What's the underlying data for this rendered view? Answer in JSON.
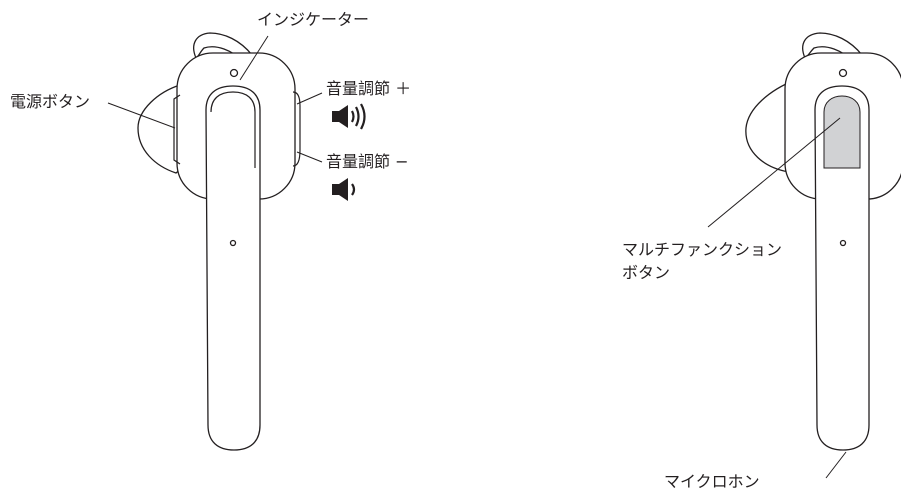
{
  "labels": {
    "indicator": "インジケーター",
    "power_button": "電源ボタン",
    "volume_up": "音量調節 ＋",
    "volume_down": "音量調節 −",
    "multifunction_line1": "マルチファンクション",
    "multifunction_line2": "ボタン",
    "microphone": "マイクロホン"
  },
  "icons": {
    "volume_up": "speaker-high-icon",
    "volume_down": "speaker-low-icon"
  },
  "colors": {
    "line": "#231f20",
    "button_fill": "#d1d2d4",
    "background": "#ffffff"
  }
}
